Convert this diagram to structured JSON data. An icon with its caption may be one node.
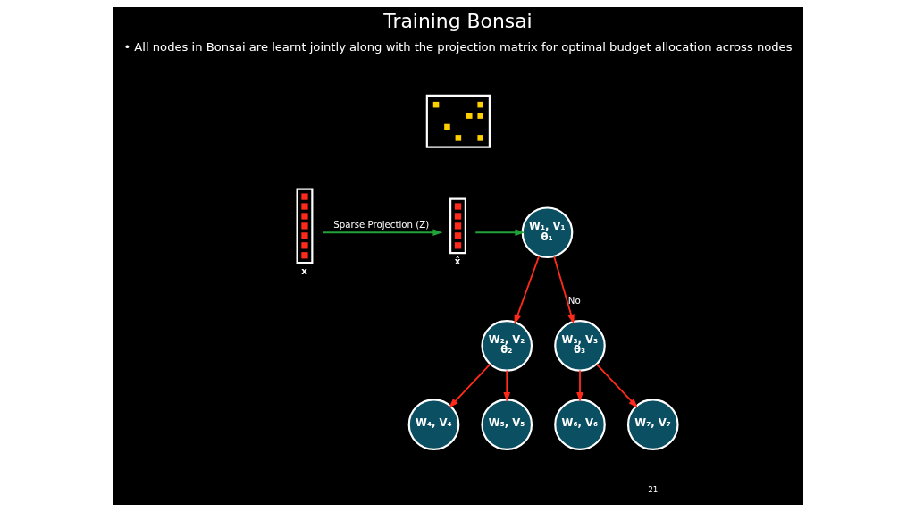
{
  "diagram": {
    "title": "Training Bonsai",
    "nodes": [
      {
        "text": [],
        "shape": "bar",
        "beside": [
          "x"
        ]
      },
      {
        "text": [],
        "shape": "box"
      },
      {
        "text": [],
        "shape": "bar",
        "beside": [
          "x̂"
        ]
      },
      {
        "text": [
          "W₁, V₁",
          "θ₁"
        ]
      },
      {
        "text": [
          "W₂, V₂",
          "θ₂"
        ]
      },
      {
        "text": [
          "W₃, V₃",
          "θ₃"
        ]
      },
      {
        "text": [
          "W₄, V₄"
        ]
      },
      {
        "text": [
          "W₅, V₅"
        ]
      },
      {
        "text": [
          "W₆, V₆"
        ]
      },
      {
        "text": [
          "W₇, V₇"
        ]
      }
    ],
    "edges": [
      {
        "from": 0,
        "to": 2,
        "arrow": "to",
        "label": "Sparse Projection (Z)",
        "color": "#22a33a"
      },
      {
        "from": 2,
        "to": 3,
        "arrow": "to",
        "color": "#22a33a"
      },
      {
        "from": 3,
        "to": 4,
        "arrow": "to"
      },
      {
        "from": 3,
        "to": 5,
        "arrow": "to",
        "label": "No"
      },
      {
        "from": 4,
        "to": 6,
        "arrow": "to"
      },
      {
        "from": 4,
        "to": 7,
        "arrow": "to"
      },
      {
        "from": 5,
        "to": 8,
        "arrow": "to"
      },
      {
        "from": 5,
        "to": 9,
        "arrow": "to"
      }
    ],
    "labels": [
      "• All nodes in Bonsai are learnt jointly along with the projection matrix for optimal budget allocation across nodes",
      "21"
    ]
  }
}
